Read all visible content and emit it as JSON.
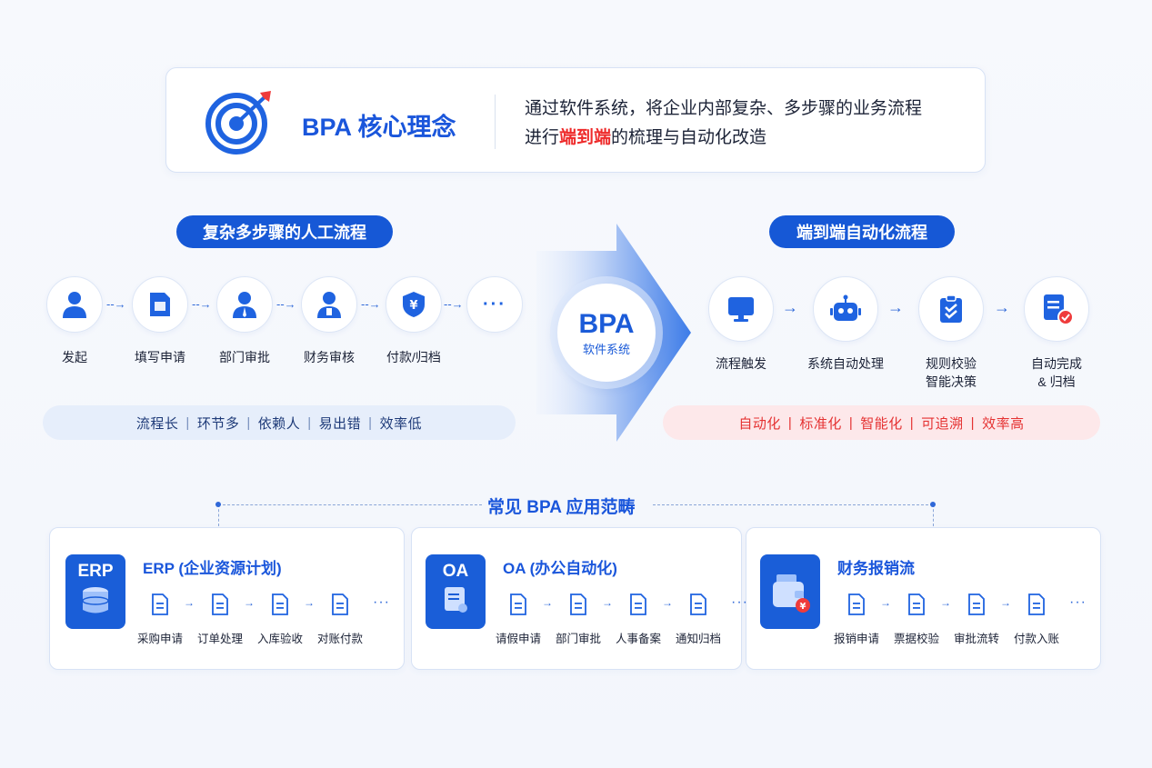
{
  "header": {
    "title": "BPA 核心理念",
    "desc_line1": "通过软件系统，将企业内部复杂、多步骤的业务流程",
    "desc_line2_pre": "进行",
    "desc_line2_hl": "端到端",
    "desc_line2_post": "的梳理与自动化改造",
    "icon": "target-icon"
  },
  "left": {
    "title": "复杂多步骤的人工流程",
    "steps": [
      {
        "label": "发起",
        "icon": "user-icon"
      },
      {
        "label": "填写申请",
        "icon": "form-icon"
      },
      {
        "label": "部门审批",
        "icon": "manager-icon"
      },
      {
        "label": "财务审核",
        "icon": "finance-user-icon"
      },
      {
        "label": "付款/归档",
        "icon": "yen-shield-icon"
      },
      {
        "label": "",
        "icon": "more-icon"
      }
    ],
    "bar_items": [
      "流程长",
      "环节多",
      "依赖人",
      "易出错",
      "效率低"
    ]
  },
  "center": {
    "big": "BPA",
    "sub": "软件系统"
  },
  "right": {
    "title": "端到端自动化流程",
    "steps": [
      {
        "label": "流程触发",
        "icon": "monitor-icon"
      },
      {
        "label": "系统自动处理",
        "icon": "robot-icon"
      },
      {
        "label": "规则校验\n智能决策",
        "icon": "clipboard-check-icon"
      },
      {
        "label": "自动完成\n& 归档",
        "icon": "doc-done-icon"
      }
    ],
    "bar_items": [
      "自动化",
      "标准化",
      "智能化",
      "可追溯",
      "效率高"
    ]
  },
  "bottom": {
    "title": "常见 BPA 应用范畴",
    "cards": [
      {
        "icon_label": "ERP",
        "title": "ERP (企业资源计划)",
        "steps": [
          "采购申请",
          "订单处理",
          "入库验收",
          "对账付款"
        ]
      },
      {
        "icon_label": "OA",
        "title": "OA (办公自动化)",
        "steps": [
          "请假申请",
          "部门审批",
          "人事备案",
          "通知归档"
        ]
      },
      {
        "icon_label": "",
        "title": "财务报销流",
        "steps": [
          "报销申请",
          "票据校验",
          "审批流转",
          "付款入账"
        ]
      }
    ],
    "more": "···"
  },
  "colors": {
    "primary": "#1a56db",
    "accent_red": "#ee2b2b",
    "pill_bg": "#1658d6"
  }
}
